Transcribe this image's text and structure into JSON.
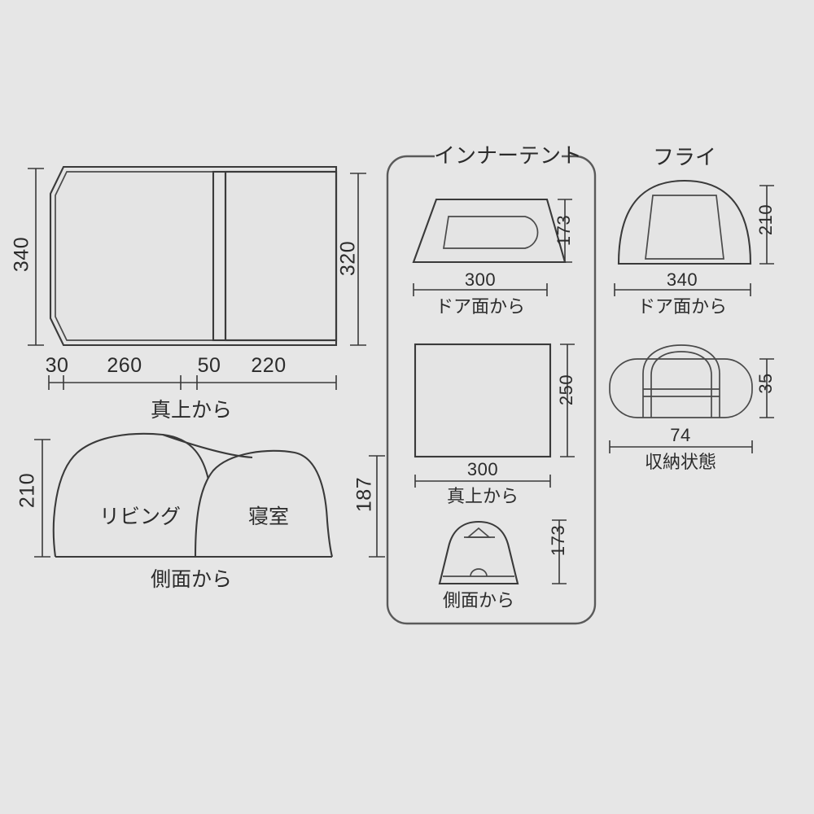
{
  "diagram": {
    "title_hidden": "",
    "units_note": ""
  },
  "top_view": {
    "caption": "真上から",
    "height_left_label": "340",
    "height_right_label": "320",
    "width_chain": [
      "30",
      "260",
      "50",
      "220"
    ]
  },
  "side_view": {
    "caption": "側面から",
    "height_left_label": "210",
    "height_right_label": "187",
    "zones": [
      "リビング",
      "寝室"
    ]
  },
  "inner_tent": {
    "panel_title": "インナーテント",
    "door_view": {
      "caption": "ドア面から",
      "width_label": "300",
      "height_label": "173"
    },
    "top_view": {
      "caption": "真上から",
      "width_label": "300",
      "depth_label": "250"
    },
    "side_view": {
      "caption": "側面から",
      "height_label": "173"
    }
  },
  "fly": {
    "panel_title": "フライ",
    "door_view": {
      "caption": "ドア面から",
      "width_label": "340",
      "height_label": "210"
    }
  },
  "storage": {
    "caption": "収納状態",
    "width_label": "74",
    "height_label": "35"
  },
  "colors": {
    "background": "#e6e6e6",
    "fill": "#e4e4e4",
    "stroke": "#3a3a3a",
    "text": "#2b2b2b"
  }
}
